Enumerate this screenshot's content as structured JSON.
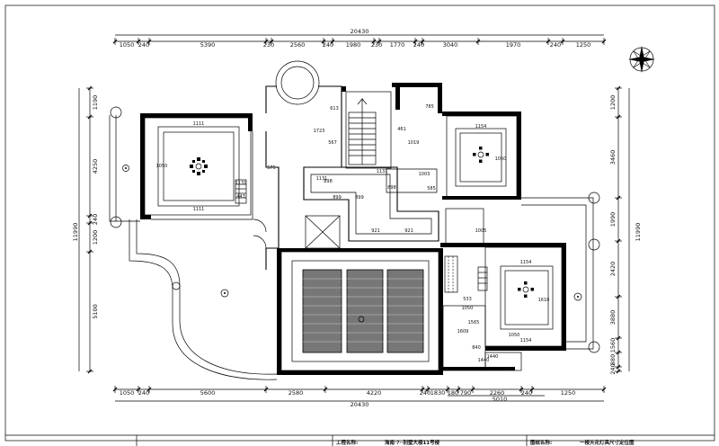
{
  "dims": {
    "top_total": "20430",
    "top_segments": [
      "1050",
      "240",
      "5390",
      "230",
      "2560",
      "240",
      "1980",
      "230",
      "1770",
      "240",
      "3040",
      "1970",
      "240",
      "1250"
    ],
    "bottom_total": "20430",
    "bottom_segments": [
      "1050",
      "240",
      "5600",
      "2580",
      "4220",
      "240",
      "1830",
      "180",
      "790",
      "2260",
      "240",
      "1250"
    ],
    "bottom_sub": "5010",
    "left_total": "11990",
    "left_segments": [
      "1190",
      "4250",
      "240",
      "1200",
      "5100"
    ],
    "right_total": "11990",
    "right_segments": [
      "1200",
      "3460",
      "1990",
      "2420",
      "3880",
      "1560",
      "880",
      "240"
    ],
    "inner": [
      "1111",
      "1111",
      "1050",
      "443",
      "1131",
      "575",
      "1723",
      "613",
      "567",
      "899",
      "1131",
      "898",
      "899",
      "921",
      "921",
      "898",
      "785",
      "1019",
      "461",
      "1154",
      "1050",
      "1005",
      "1154",
      "1610",
      "1050",
      "585",
      "533",
      "1154",
      "1565",
      "840",
      "1440",
      "530",
      "1440",
      "1609",
      "1050",
      "1003",
      "1131"
    ]
  },
  "title_block": {
    "project_label": "工程名称:",
    "project_name": "海南·?··别墅大楼11号楼",
    "drawing_label": "图纸名称:",
    "drawing_name": "一楼天花灯具尺寸定位图"
  },
  "icons": [
    "compass-icon",
    "ceiling-lamp-icon",
    "downlight-icon"
  ],
  "colors": {
    "line": "#000000",
    "bg": "#ffffff"
  }
}
